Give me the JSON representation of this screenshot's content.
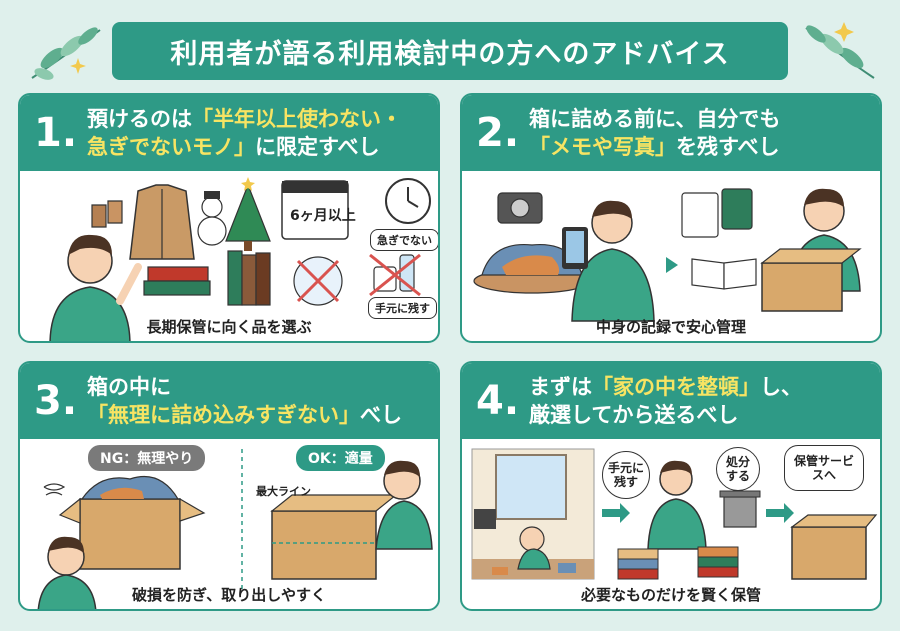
{
  "title": "利用者が語る利用検討中の方へのアドバイス",
  "panels": [
    {
      "num": "1.",
      "line1_pre": "預けるのは",
      "line1_hl": "「半年以上使わない・",
      "line2_hl": "急ぎでないモノ」",
      "line2_post": "に限定すべし",
      "calendar_label": "6ヶ月以上",
      "tag_clock": "急ぎでない",
      "tag_keep": "手元に残す",
      "caption": "長期保管に向く品を選ぶ"
    },
    {
      "num": "2.",
      "line1": "箱に詰める前に、自分でも",
      "line2_hl": "「メモや写真」",
      "line2_post": "を残すべし",
      "caption": "中身の記録で安心管理"
    },
    {
      "num": "3.",
      "line1": "箱の中に",
      "line2_hl": "「無理に詰め込みすぎない」",
      "line2_post": "べし",
      "ng_label": "NG：無理やり",
      "ok_label": "OK：適量",
      "max_line": "最大ライン",
      "caption": "破損を防ぎ、取り出しやすく"
    },
    {
      "num": "4.",
      "line1_pre": "まずは",
      "line1_hl": "「家の中を整頓」",
      "line1_post": "し、",
      "line2": "厳選してから送るべし",
      "bubble_keep": "手元に残す",
      "bubble_dispose": "処分する",
      "bubble_service": "保管サービスへ",
      "caption": "必要なものだけを賢く保管"
    }
  ],
  "colors": {
    "background": "#dff0ec",
    "accent": "#2e9a86",
    "highlight": "#f7e463"
  }
}
